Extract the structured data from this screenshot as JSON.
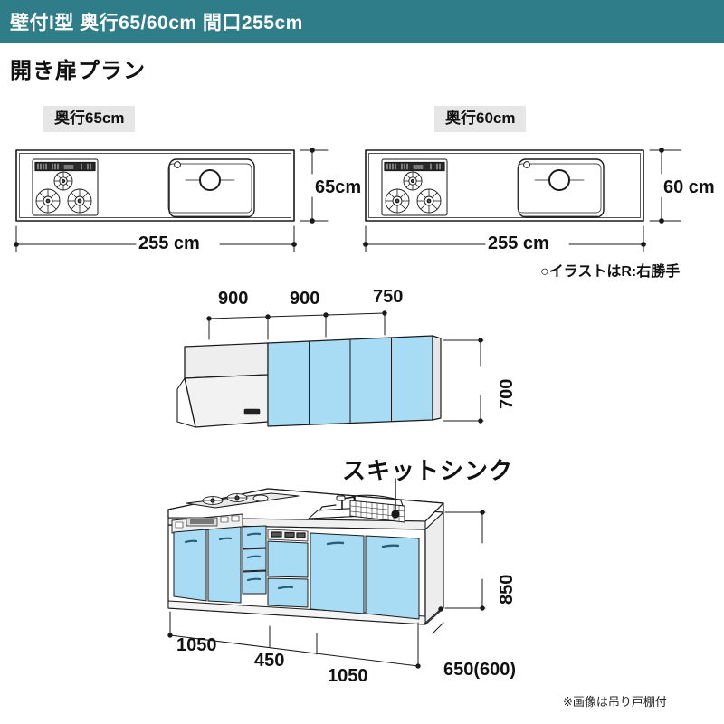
{
  "header": {
    "title": "壁付I型 奥行65/60cm 間口255cm",
    "band_color": "#2f7d88",
    "text_color": "#ffffff"
  },
  "subtitle": "開き扉プラン",
  "plans": [
    {
      "chip_label": "奥行65cm",
      "width_dim": "255 cm",
      "depth_dim": "65cm"
    },
    {
      "chip_label": "奥行60cm",
      "width_dim": "255 cm",
      "depth_dim": "60 cm"
    }
  ],
  "handedness_note": "○イラストはR:右勝手",
  "wall_cabinet": {
    "segments": [
      "900",
      "900",
      "750"
    ],
    "height_dim": "700",
    "door_color": "#a8dcf5",
    "hood_color": "#ececec"
  },
  "base_cabinet": {
    "callout": "スキットシンク",
    "height_dim": "850",
    "widths": [
      "1050",
      "450",
      "1050"
    ],
    "depth_dim": "650(600)",
    "door_color": "#a8dcf5"
  },
  "footnote": "※画像は吊り戸棚付",
  "icons": {
    "sink": "sink-icon",
    "cooktop": "cooktop-icon",
    "range_hood": "range-hood-icon",
    "faucet": "faucet-icon",
    "dish_rack": "dish-rack-icon"
  }
}
